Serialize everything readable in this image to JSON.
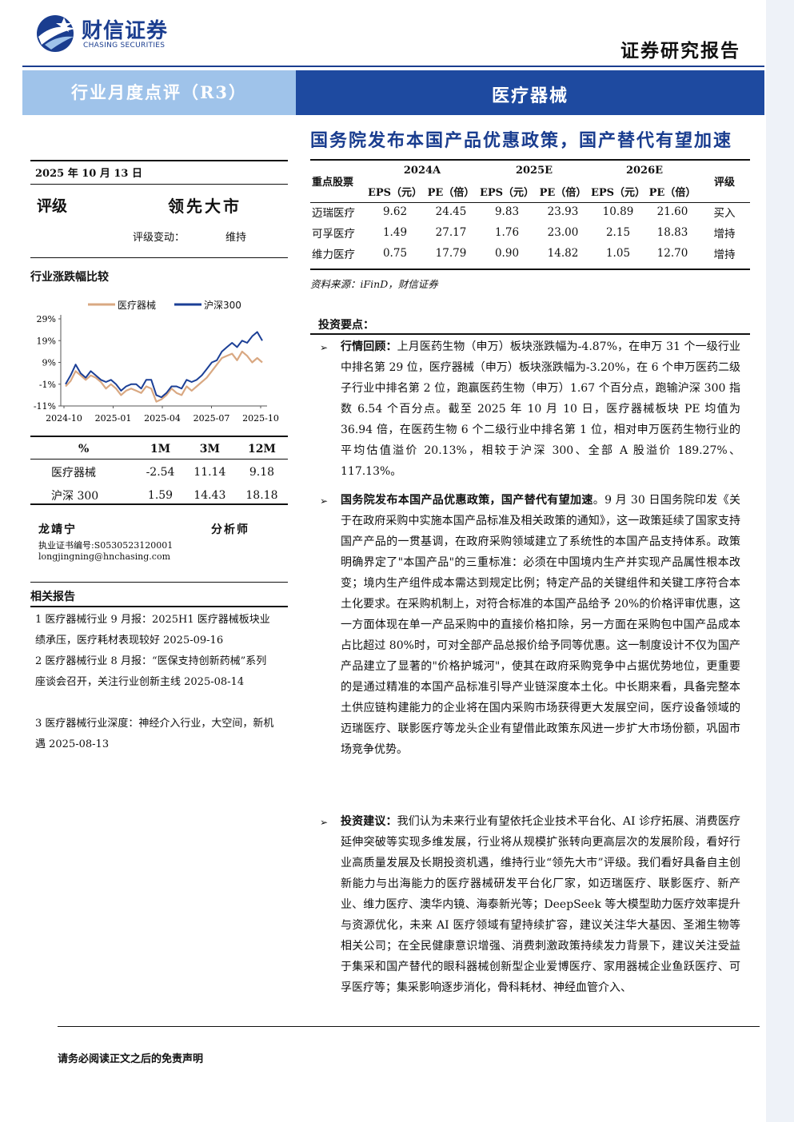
{
  "header": {
    "brand_cn": "财信证券",
    "brand_en": "CHASING SECURITIES",
    "report_type": "证券研究报告",
    "banner_left": "行业月度点评（R3）",
    "banner_right": "医疗器械",
    "headline": "国务院发布本国产品优惠政策，国产替代有望加速"
  },
  "left": {
    "date": "2025 年 10 月 13 日",
    "rating_label": "评级",
    "rating_value": "领先大市",
    "change_label": "评级变动：",
    "change_value": "维持",
    "chart_title": "行业涨跌幅比较",
    "perf_table": {
      "headers": [
        "%",
        "1M",
        "3M",
        "12M"
      ],
      "rows": [
        [
          "医疗器械",
          "-2.54",
          "11.14",
          "9.18"
        ],
        [
          "沪深 300",
          "1.59",
          "14.43",
          "18.18"
        ]
      ]
    },
    "analyst_name": "龙靖宁",
    "analyst_role": "分析师",
    "cert": "执业证书编号:S0530523120001",
    "email": "longjingning@hnchasing.com",
    "related_title": "相关报告",
    "related": [
      "1 医疗器械行业 9 月报：2025H1 医疗器械板块业绩承压，医疗耗材表现较好 2025-09-16",
      "2 医疗器械行业 8 月报：“医保支持创新药械”系列座谈会召开，关注行业创新主线 2025-08-14",
      "3 医疗器械行业深度：神经介入行业，大空间，新机遇 2025-08-13"
    ]
  },
  "chart_data": {
    "type": "line",
    "x_ticks": [
      "2024-10",
      "2025-01",
      "2025-04",
      "2025-07",
      "2025-10"
    ],
    "y_ticks": [
      "29%",
      "19%",
      "9%",
      "-1%",
      "-11%"
    ],
    "ylim": [
      -11,
      29
    ],
    "legend_position": "top",
    "grid": false,
    "series": [
      {
        "name": "医疗器械",
        "color": "#d9a882",
        "values": [
          -2,
          0.5,
          5,
          3,
          1,
          3,
          2,
          0,
          -3,
          -1,
          -3,
          -6,
          -4,
          -3,
          -4,
          -5,
          -2,
          -3,
          -9,
          -8,
          -6,
          -3,
          -5,
          -6,
          -2,
          -4,
          -2,
          0,
          2,
          5,
          8,
          11,
          12,
          13,
          10,
          14,
          12,
          9,
          11,
          9
        ]
      },
      {
        "name": "沪深300",
        "color": "#1b3f96",
        "values": [
          -1,
          3,
          8,
          4,
          2,
          5,
          3,
          1,
          0,
          1,
          -1,
          -4,
          -2,
          -1,
          -1,
          -3,
          1,
          1,
          -6,
          -7,
          -5,
          -2,
          -2,
          -3,
          1,
          0,
          1,
          3,
          6,
          9,
          10,
          14,
          16,
          18,
          16,
          19,
          18,
          21,
          23,
          19
        ]
      }
    ]
  },
  "stock_table": {
    "col_stock": "重点股票",
    "years": [
      "2024A",
      "2025E",
      "2026E"
    ],
    "eps_label": "EPS（元）",
    "pe_label": "PE（倍）",
    "col_rating": "评级",
    "rows": [
      [
        "迈瑞医疗",
        "9.62",
        "24.45",
        "9.83",
        "23.93",
        "10.89",
        "21.60",
        "买入"
      ],
      [
        "可孚医疗",
        "1.49",
        "27.17",
        "1.76",
        "23.00",
        "2.15",
        "18.83",
        "增持"
      ],
      [
        "维力医疗",
        "0.75",
        "17.79",
        "0.90",
        "14.82",
        "1.05",
        "12.70",
        "增持"
      ]
    ]
  },
  "source": "资料来源：iFinD，财信证券",
  "key_points_title": "投资要点：",
  "bullets": [
    {
      "title": "行情回顾：",
      "text": "上月医药生物（申万）板块涨跌幅为-4.87%，在申万 31 个一级行业中排名第 29 位，医疗器械（申万）板块涨跌幅为-3.20%，在 6 个申万医药二级子行业中排名第 2 位，跑赢医药生物（申万）1.67 个百分点，跑输沪深 300 指数 6.54 个百分点。截至 2025 年 10 月 10 日，医疗器械板块 PE 均值为 36.94 倍，在医药生物 6 个二级行业中排名第 1 位，相对申万医药生物行业的平均估值溢价 20.13%，相较于沪深 300、全部 A 股溢价 189.27%、117.13%。"
    },
    {
      "title": "国务院发布本国产品优惠政策，国产替代有望加速",
      "text": "。9 月 30 日国务院印发《关于在政府采购中实施本国产品标准及相关政策的通知》，这一政策延续了国家支持国产产品的一贯基调，在政府采购领域建立了系统性的本国产品支持体系。政策明确界定了\"本国产品\"的三重标准：必须在中国境内生产并实现产品属性根本改变；境内生产组件成本需达到规定比例；特定产品的关键组件和关键工序符合本土化要求。在采购机制上，对符合标准的本国产品给予 20%的价格评审优惠，这一方面体现在单一产品采购中的直接价格扣除，另一方面在采购包中国产品成本占比超过 80%时，可对全部产品总报价给予同等优惠。这一制度设计不仅为国产产品建立了显著的\"价格护城河\"，使其在政府采购竞争中占据优势地位，更重要的是通过精准的本国产品标准引导产业链深度本土化。中长期来看，具备完整本土供应链构建能力的企业将在国内采购市场获得更大发展空间，医疗设备领域的迈瑞医疗、联影医疗等龙头企业有望借此政策东风进一步扩大市场份额，巩固市场竞争优势。"
    },
    {
      "title": "投资建议：",
      "text": "我们认为未来行业有望依托企业技术平台化、AI 诊疗拓展、消费医疗延伸突破等实现多维发展，行业将从规模扩张转向更高层次的发展阶段，看好行业高质量发展及长期投资机遇，维持行业“领先大市”评级。我们看好具备自主创新能力与出海能力的医疗器械研发平台化厂家，如迈瑞医疗、联影医疗、新产业、维力医疗、澳华内镜、海泰新光等；DeepSeek 等大模型助力医疗效率提升与资源优化，未来 AI 医疗领域有望持续扩容，建议关注华大基因、圣湘生物等相关公司；在全民健康意识增强、消费刺激政策持续发力背景下，建议关注受益于集采和国产替代的眼科器械创新型企业爱博医疗、家用器械企业鱼跃医疗、可孚医疗等；集采影响逐步消化，骨科耗材、神经血管介入、"
    }
  ],
  "footer": {
    "disclaimer": "请务必阅读正文之后的免责声明"
  }
}
